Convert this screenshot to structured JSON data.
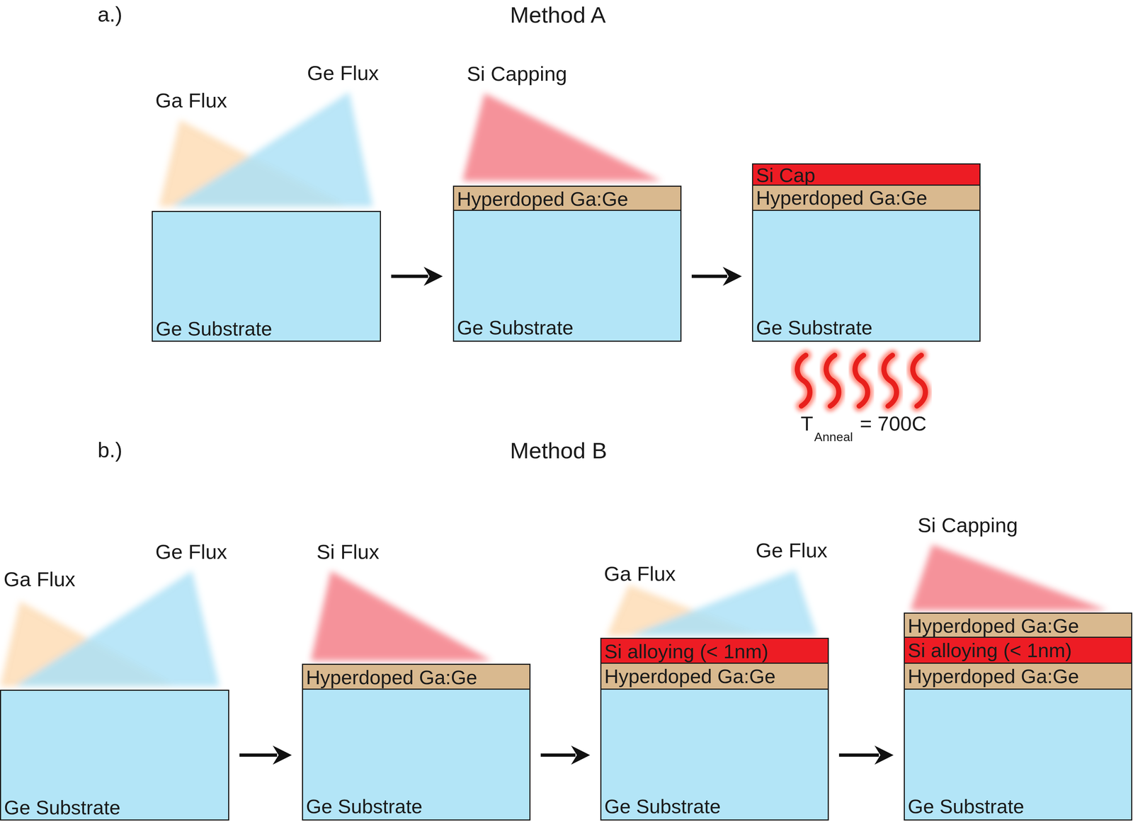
{
  "diagram": {
    "nodes": [
      {
        "text": [
          "Ge Substrate"
        ]
      },
      {
        "text": [
          "Hyperdoped Ga:Ge"
        ]
      },
      {
        "text": [
          "Ge Substrate"
        ]
      },
      {
        "text": [
          "Si Cap"
        ]
      },
      {
        "text": [
          "Hyperdoped Ga:Ge"
        ]
      },
      {
        "text": [
          "Ge Substrate"
        ]
      },
      {
        "text": [
          "Ge Substrate"
        ]
      },
      {
        "text": [
          "Hyperdoped Ga:Ge"
        ]
      },
      {
        "text": [
          "Ge Substrate"
        ]
      },
      {
        "text": [
          "Si alloying (< 1nm)"
        ]
      },
      {
        "text": [
          "Hyperdoped Ga:Ge"
        ]
      },
      {
        "text": [
          "Ge Substrate"
        ]
      },
      {
        "text": [
          "Hyperdoped Ga:Ge"
        ]
      },
      {
        "text": [
          "Si alloying (< 1nm)"
        ]
      },
      {
        "text": [
          "Hyperdoped Ga:Ge"
        ]
      },
      {
        "text": [
          "Ge Substrate"
        ]
      }
    ],
    "edges": [
      {
        "from": 0,
        "to": 2,
        "arrow": "to"
      },
      {
        "from": 2,
        "to": 5,
        "arrow": "to"
      },
      {
        "from": 6,
        "to": 8,
        "arrow": "to"
      },
      {
        "from": 8,
        "to": 11,
        "arrow": "to"
      },
      {
        "from": 11,
        "to": 15,
        "arrow": "to"
      }
    ],
    "labels": [
      "a.)",
      "Method A",
      "Ga Flux",
      "Ge Flux",
      "Si Capping",
      "T",
      "Anneal",
      "= 700C",
      "b.)",
      "Method B",
      "Ga Flux",
      "Ge Flux",
      "Si Flux",
      "Ga Flux",
      "Ge Flux",
      "Si Capping"
    ]
  }
}
